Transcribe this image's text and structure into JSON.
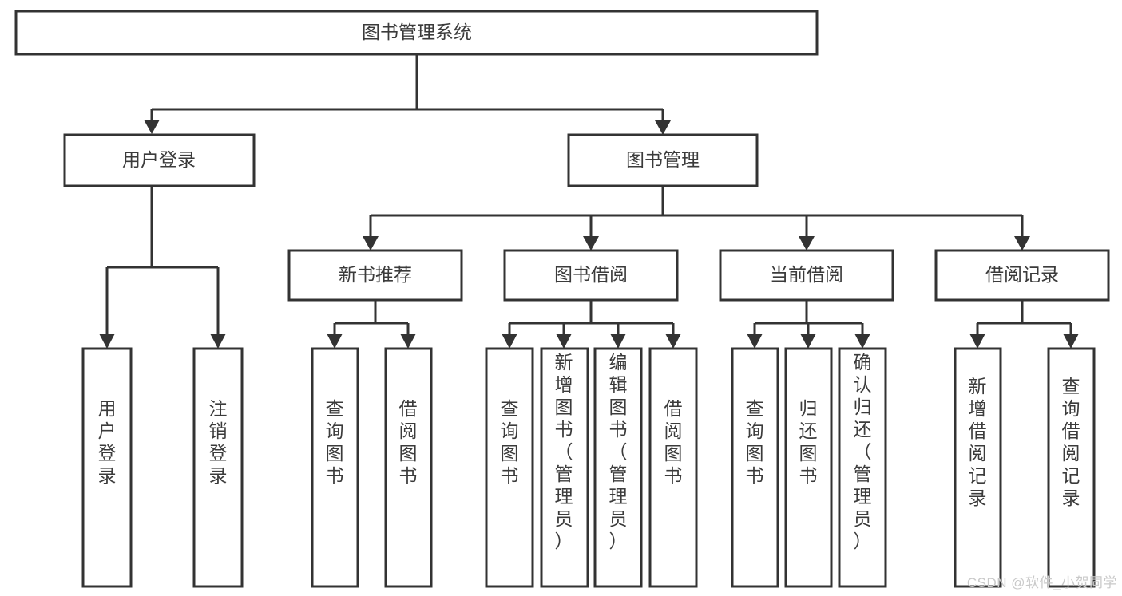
{
  "diagram": {
    "type": "tree",
    "title": "图书管理系统",
    "watermark": "CSDN @软件_小贺同学",
    "colors": {
      "box_stroke": "#333333",
      "box_fill": "#ffffff",
      "text": "#3b3b3b",
      "connector": "#333333",
      "watermark": "#c9c9c9",
      "background": "#ffffff"
    },
    "levels": [
      {
        "level": 1,
        "nodes": [
          {
            "id": "root",
            "label": "图书管理系统",
            "orientation": "horizontal"
          }
        ]
      },
      {
        "level": 2,
        "nodes": [
          {
            "id": "login",
            "label": "用户登录",
            "orientation": "horizontal",
            "parent": "root"
          },
          {
            "id": "bookmgmt",
            "label": "图书管理",
            "orientation": "horizontal",
            "parent": "root"
          }
        ]
      },
      {
        "level": 3,
        "nodes": [
          {
            "id": "newbook",
            "label": "新书推荐",
            "orientation": "horizontal",
            "parent": "bookmgmt"
          },
          {
            "id": "borrow",
            "label": "图书借阅",
            "orientation": "horizontal",
            "parent": "bookmgmt"
          },
          {
            "id": "current",
            "label": "当前借阅",
            "orientation": "horizontal",
            "parent": "bookmgmt"
          },
          {
            "id": "records",
            "label": "借阅记录",
            "orientation": "horizontal",
            "parent": "bookmgmt"
          }
        ]
      },
      {
        "level": 4,
        "nodes": [
          {
            "id": "leaf1",
            "label": "用户登录",
            "orientation": "vertical",
            "parent": "login"
          },
          {
            "id": "leaf2",
            "label": "注销登录",
            "orientation": "vertical",
            "parent": "login"
          },
          {
            "id": "leaf3",
            "label": "查询图书",
            "orientation": "vertical",
            "parent": "newbook"
          },
          {
            "id": "leaf4",
            "label": "借阅图书",
            "orientation": "vertical",
            "parent": "newbook"
          },
          {
            "id": "leaf5",
            "label": "查询图书",
            "orientation": "vertical",
            "parent": "borrow"
          },
          {
            "id": "leaf6",
            "label": "新增图书（管理员）",
            "orientation": "vertical",
            "parent": "borrow"
          },
          {
            "id": "leaf7",
            "label": "编辑图书（管理员）",
            "orientation": "vertical",
            "parent": "borrow"
          },
          {
            "id": "leaf8",
            "label": "借阅图书",
            "orientation": "vertical",
            "parent": "borrow"
          },
          {
            "id": "leaf9",
            "label": "查询图书",
            "orientation": "vertical",
            "parent": "current"
          },
          {
            "id": "leaf10",
            "label": "归还图书",
            "orientation": "vertical",
            "parent": "current"
          },
          {
            "id": "leaf11",
            "label": "确认归还（管理员）",
            "orientation": "vertical",
            "parent": "current"
          },
          {
            "id": "leaf12",
            "label": "新增借阅记录",
            "orientation": "vertical",
            "parent": "records"
          },
          {
            "id": "leaf13",
            "label": "查询借阅记录",
            "orientation": "vertical",
            "parent": "records"
          }
        ]
      }
    ]
  }
}
